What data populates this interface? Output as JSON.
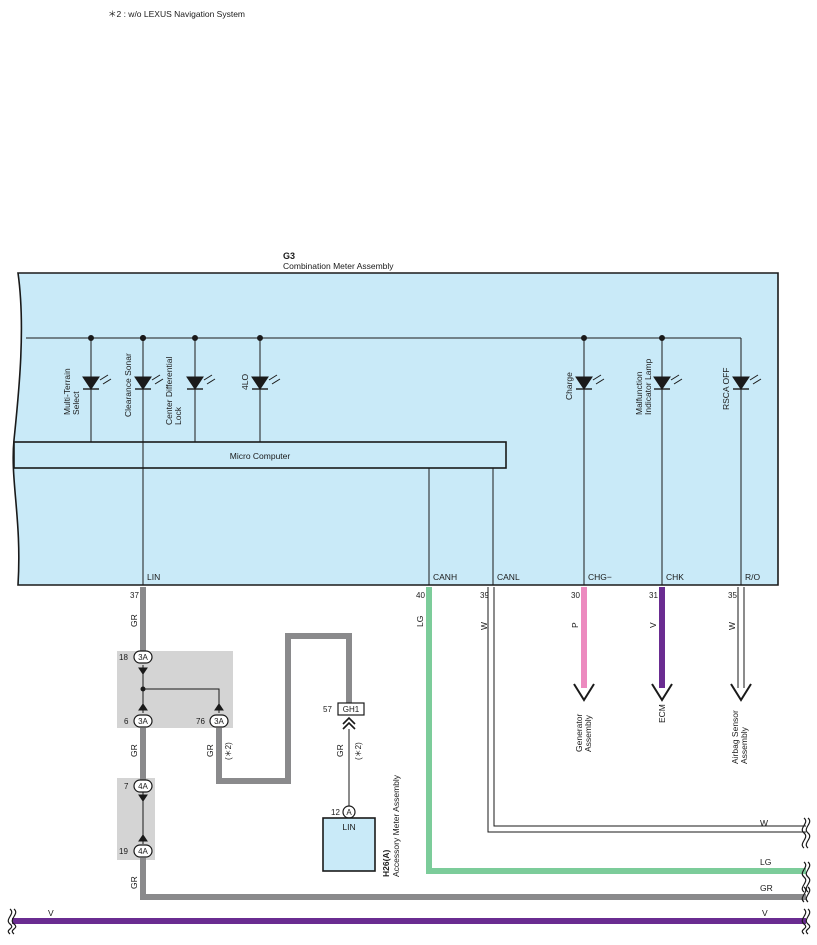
{
  "footnote": "＊2 : w/o LEXUS Navigation System",
  "meter": {
    "code": "G3",
    "name": "Combination Meter Assembly",
    "micro": "Micro Computer",
    "leds": {
      "multi_terrain": [
        "Multi-Terrain",
        "Select"
      ],
      "clearance_sonar": [
        "Clearance Sonar"
      ],
      "center_diff": [
        "Center Differential",
        "Lock"
      ],
      "four_lo": [
        "4LO"
      ],
      "charge": [
        "Charge"
      ],
      "malfunction": [
        "Malfunction",
        "Indicator Lamp"
      ],
      "rsca": [
        "RSCA OFF"
      ]
    },
    "terminals": {
      "lin": "LIN",
      "canh": "CANH",
      "canl": "CANL",
      "chg": "CHG−",
      "chk": "CHK",
      "ro": "R/O"
    },
    "pins": {
      "lin": "37",
      "canh": "40",
      "canl": "39",
      "chg": "30",
      "chk": "31",
      "ro": "35"
    }
  },
  "wires": {
    "lin_color": "GR",
    "canh_color": "LG",
    "canl_color": "W",
    "chg_color": "P",
    "chk_color": "V",
    "ro_color": "W",
    "gr_bus": "GR",
    "lg_bus": "LG",
    "w_bus": "W",
    "v_bus_left": "V",
    "v_bus_right": "V",
    "note_2": "(＊2)"
  },
  "connectors": {
    "c3a": "3A",
    "c4a": "4A",
    "gh1": "GH1",
    "a": "A",
    "pin18": "18",
    "pin6": "6",
    "pin76": "76",
    "pin7": "7",
    "pin19": "19",
    "pin57": "57",
    "pin12": "12"
  },
  "destinations": {
    "generator": [
      "Generator",
      "Assembly"
    ],
    "ecm": [
      "ECM"
    ],
    "airbag": [
      "Airbag Sensor",
      "Assembly"
    ]
  },
  "accessory": {
    "code": "H26(A)",
    "name": "Accessory Meter Assembly",
    "terminal": "LIN"
  },
  "colors": {
    "panel": "#c9eaf8",
    "gray_wire": "#8a8a8c",
    "green_wire": "#7ccc9a",
    "pink_wire": "#ec8abf",
    "purple_wire": "#6a2c91",
    "box_shade": "#d4d4d4"
  }
}
